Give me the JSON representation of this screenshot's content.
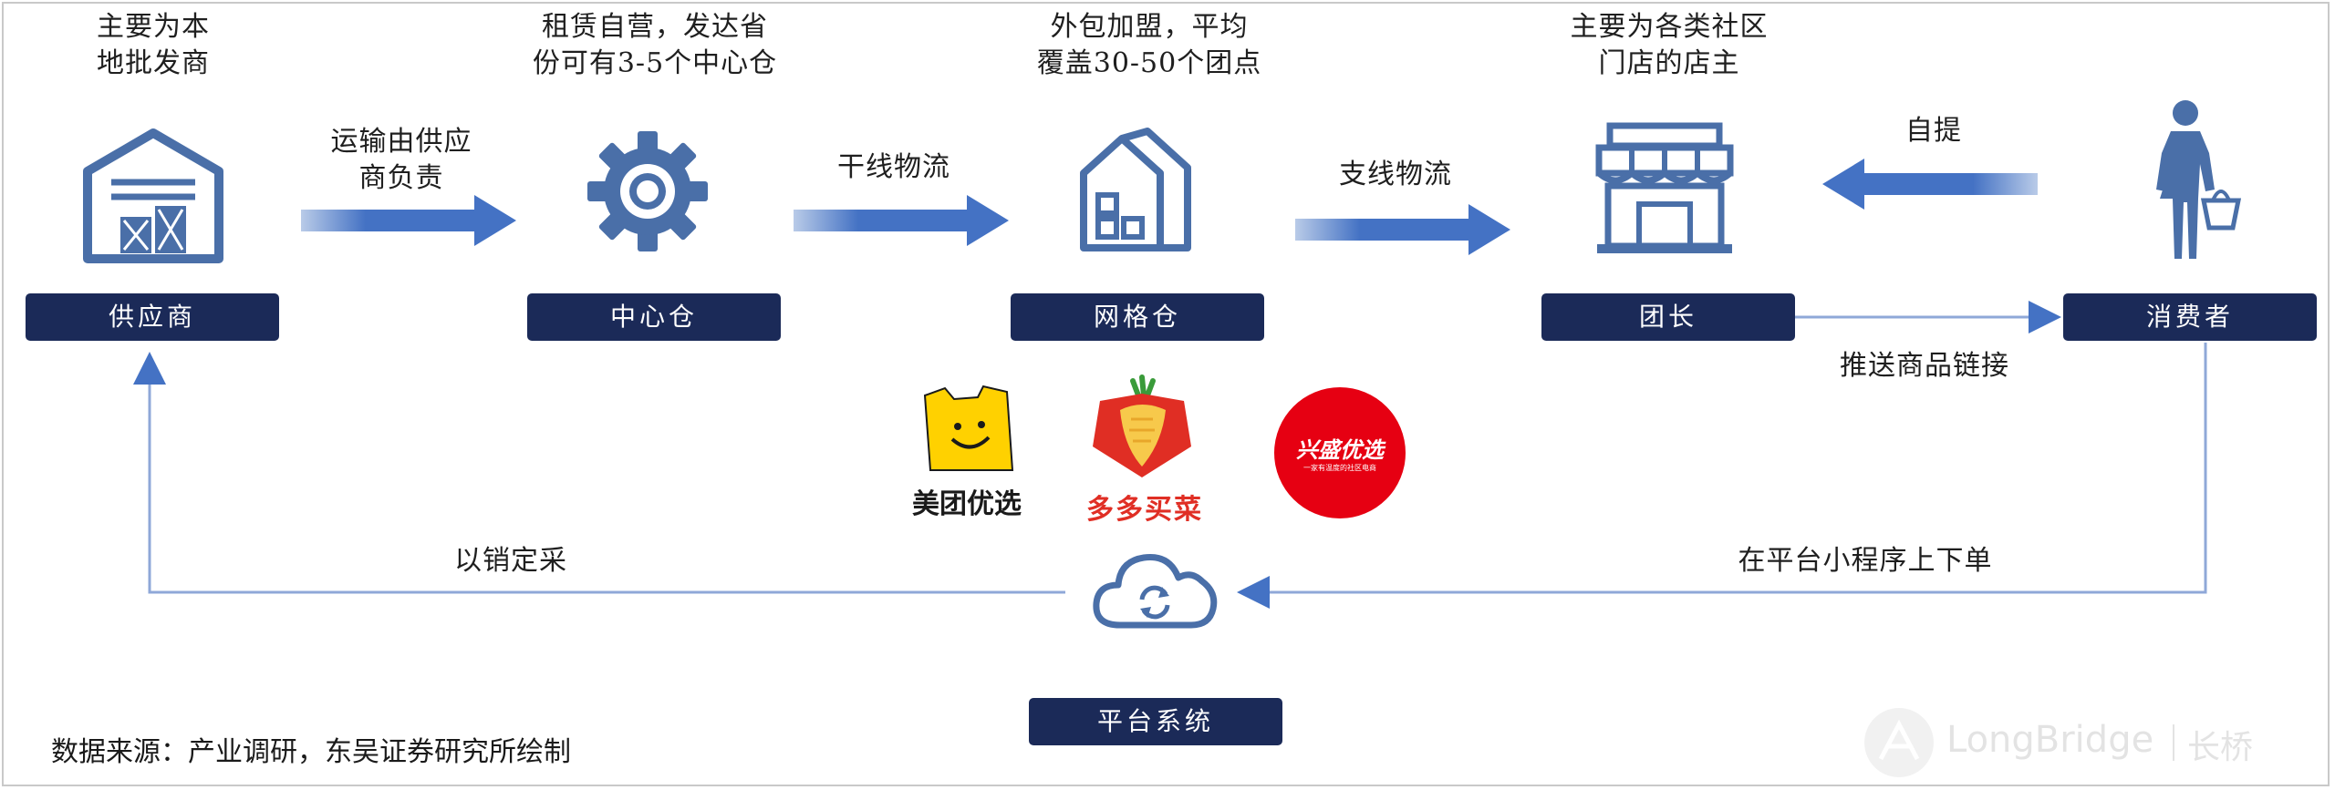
{
  "nodes": {
    "supplier": {
      "label": "供应商",
      "caption": [
        "主要为本",
        "地批发商"
      ]
    },
    "central": {
      "label": "中心仓",
      "caption": [
        "租赁自营，发达省",
        "份可有3-5个中心仓"
      ]
    },
    "grid": {
      "label": "网格仓",
      "caption": [
        "外包加盟，平均",
        "覆盖30-50个团点"
      ]
    },
    "leader": {
      "label": "团长",
      "caption": [
        "主要为各类社区",
        "门店的店主"
      ]
    },
    "consumer": {
      "label": "消费者"
    },
    "platform": {
      "label": "平台系统"
    }
  },
  "flows": {
    "supplier_to_central": [
      "运输由供应",
      "商负责"
    ],
    "central_to_grid": "干线物流",
    "grid_to_leader": "支线物流",
    "consumer_to_leader": "自提",
    "leader_to_consumer": "推送商品链接",
    "consumer_to_platform": "在平台小程序上下单",
    "platform_to_supplier": "以销定采"
  },
  "brands": {
    "meituan": "美团优选",
    "duoduo": "多多买菜",
    "xingsheng": "兴盛优选",
    "xingsheng_tagline": "一家有温度的社区电商"
  },
  "source": "数据来源：产业调研，东吴证券研究所绘制",
  "watermark": {
    "text": "LongBridge",
    "cn": "长桥"
  },
  "colors": {
    "navy": "#1b2a58",
    "arrow_blue": "#4472c4",
    "icon_blue": "#4a6fa8",
    "line_blue": "#8fa8d8",
    "meituan_yellow": "#ffd100",
    "duoduo_red": "#e02e24",
    "xingsheng_red": "#e60012"
  }
}
